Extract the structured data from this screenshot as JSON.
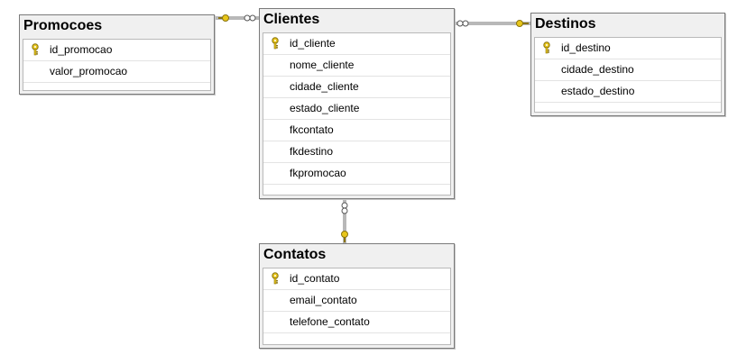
{
  "tables": {
    "promocoes": {
      "title": "Promocoes",
      "columns": [
        {
          "name": "id_promocao",
          "pk": true
        },
        {
          "name": "valor_promocao",
          "pk": false
        }
      ]
    },
    "clientes": {
      "title": "Clientes",
      "columns": [
        {
          "name": "id_cliente",
          "pk": true
        },
        {
          "name": "nome_cliente",
          "pk": false
        },
        {
          "name": "cidade_cliente",
          "pk": false
        },
        {
          "name": "estado_cliente",
          "pk": false
        },
        {
          "name": "fkcontato",
          "pk": false
        },
        {
          "name": "fkdestino",
          "pk": false
        },
        {
          "name": "fkpromocao",
          "pk": false
        }
      ]
    },
    "destinos": {
      "title": "Destinos",
      "columns": [
        {
          "name": "id_destino",
          "pk": true
        },
        {
          "name": "cidade_destino",
          "pk": false
        },
        {
          "name": "estado_destino",
          "pk": false
        }
      ]
    },
    "contatos": {
      "title": "Contatos",
      "columns": [
        {
          "name": "id_contato",
          "pk": true
        },
        {
          "name": "email_contato",
          "pk": false
        },
        {
          "name": "telefone_contato",
          "pk": false
        }
      ]
    }
  },
  "colors": {
    "key": "#e8c61a",
    "key_stroke": "#8a7410",
    "line": "#707070"
  }
}
